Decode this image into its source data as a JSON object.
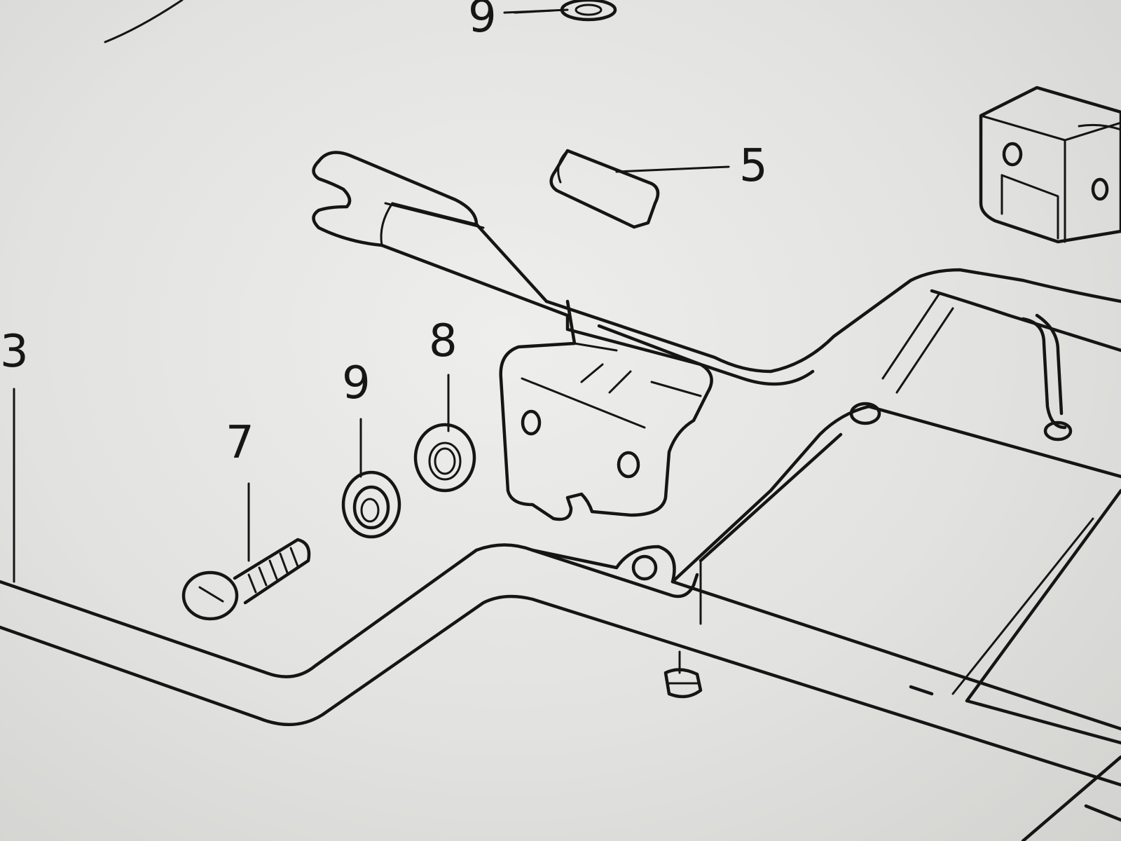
{
  "diagram": {
    "callouts": [
      {
        "id": "callout-9-top",
        "label": "9"
      },
      {
        "id": "callout-5",
        "label": "5"
      },
      {
        "id": "callout-3",
        "label": "3"
      },
      {
        "id": "callout-8",
        "label": "8"
      },
      {
        "id": "callout-9",
        "label": "9"
      },
      {
        "id": "callout-7",
        "label": "7"
      }
    ]
  },
  "colors": {
    "paper": "#e4e4e2",
    "ink": "#151515"
  }
}
